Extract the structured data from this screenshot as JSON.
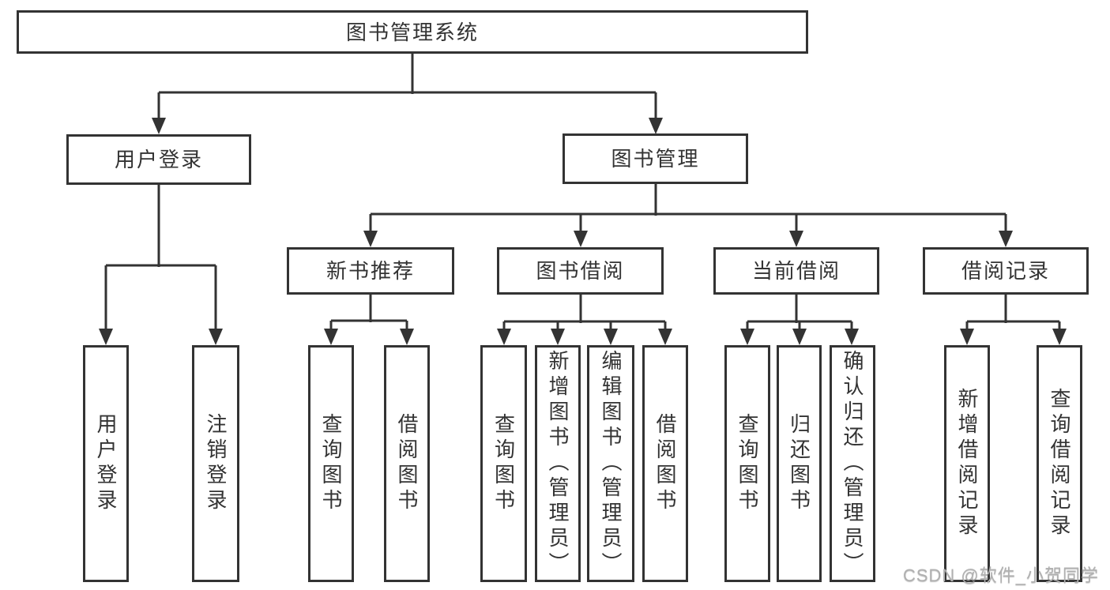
{
  "diagram_title": "图书管理系统",
  "watermark": "CSDN @软件_小贺同学",
  "colors": {
    "line": "#333333",
    "text": "#333333",
    "box_fill": "#ffffff",
    "background": "#ffffff",
    "watermark": "#b0b0b0"
  },
  "nodes": {
    "root": {
      "label": "图书管理系统"
    },
    "user_login": {
      "label": "用户登录"
    },
    "book_management": {
      "label": "图书管理"
    },
    "new_book_recommend": {
      "label": "新书推荐"
    },
    "book_borrow": {
      "label": "图书借阅"
    },
    "current_borrow": {
      "label": "当前借阅"
    },
    "borrow_records": {
      "label": "借阅记录"
    },
    "leaf_user_login": {
      "label": "用户登录"
    },
    "leaf_logout": {
      "label": "注销登录"
    },
    "leaf_query_book_recommend": {
      "label": "查询图书"
    },
    "leaf_borrow_book_recommend": {
      "label": "借阅图书"
    },
    "leaf_query_book_borrow": {
      "label": "查询图书"
    },
    "leaf_add_book_admin": {
      "label": "新增图书（管理员）"
    },
    "leaf_edit_book_admin": {
      "label": "编辑图书（管理员）"
    },
    "leaf_borrow_book_borrow": {
      "label": "借阅图书"
    },
    "leaf_query_book_current": {
      "label": "查询图书"
    },
    "leaf_return_book": {
      "label": "归还图书"
    },
    "leaf_confirm_return_admin": {
      "label": "确认归还（管理员）"
    },
    "leaf_add_borrow_record": {
      "label": "新增借阅记录"
    },
    "leaf_query_borrow_record": {
      "label": "查询借阅记录"
    }
  }
}
